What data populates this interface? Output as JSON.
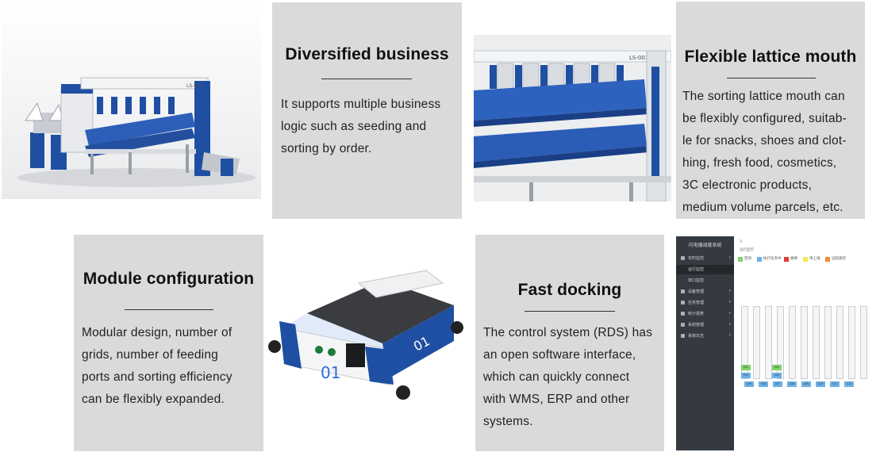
{
  "panels": {
    "diversified": {
      "title": "Diversified business",
      "body": "It supports multiple business\nlogic such as seeding and\nsorting by order."
    },
    "lattice": {
      "title": "Flexible lattice mouth",
      "body": "The sorting  lattice mouth can\nbe flexibly configured, suitab-\nle for snacks, shoes and clot-\nhing, fresh food, cosmetics,\n3C electronic products,\nmedium volume parcels, etc."
    },
    "module": {
      "title": "Module configuration",
      "body": "Modular design, number of\ngrids, number of feeding\nports and sorting efficiency\ncan be flexibly expanded."
    },
    "docking": {
      "title": "Fast docking",
      "body": "The control system (RDS) has\nan open software interface,\nwhich can quickly connect\nwith WMS, ERP and other\nsystems."
    }
  },
  "images": {
    "sorter_label": "LS-001",
    "lattice_label": "LS-001",
    "module_number": "01",
    "module_side_number": "01"
  },
  "software": {
    "app_title": "闪电播调度系统",
    "menu": [
      {
        "label": "实时监控",
        "active": false,
        "icon": "monitor-icon"
      },
      {
        "label": "运行监控",
        "active": true,
        "icon": ""
      },
      {
        "label": "单口监控",
        "active": false,
        "icon": ""
      },
      {
        "label": "设备管理",
        "active": false,
        "icon": "device-icon"
      },
      {
        "label": "任务管理",
        "active": false,
        "icon": "task-icon"
      },
      {
        "label": "统计报表",
        "active": false,
        "icon": "report-icon"
      },
      {
        "label": "系统管理",
        "active": false,
        "icon": "settings-icon"
      },
      {
        "label": "系统日志",
        "active": false,
        "icon": "log-icon"
      }
    ],
    "breadcrumb": "运行监控",
    "legend": [
      {
        "label": "空闲",
        "color": "#7ed36b"
      },
      {
        "label": "执行任务中",
        "color": "#6ab0e6"
      },
      {
        "label": "故障",
        "color": "#e53935"
      },
      {
        "label": "待上线",
        "color": "#f2e94e"
      },
      {
        "label": "远程遥控",
        "color": "#f28b2e"
      }
    ],
    "tags_top": [
      "C01",
      "C01",
      "C02",
      "C02"
    ],
    "tags_bottom": [
      "C05",
      "C06",
      "C07",
      "C08",
      "C09",
      "C10",
      "C11",
      "C12"
    ]
  },
  "colors": {
    "panel_bg": "#dadada",
    "machine_blue": "#1f4fa3",
    "accent_blue": "#2d6fd6"
  }
}
